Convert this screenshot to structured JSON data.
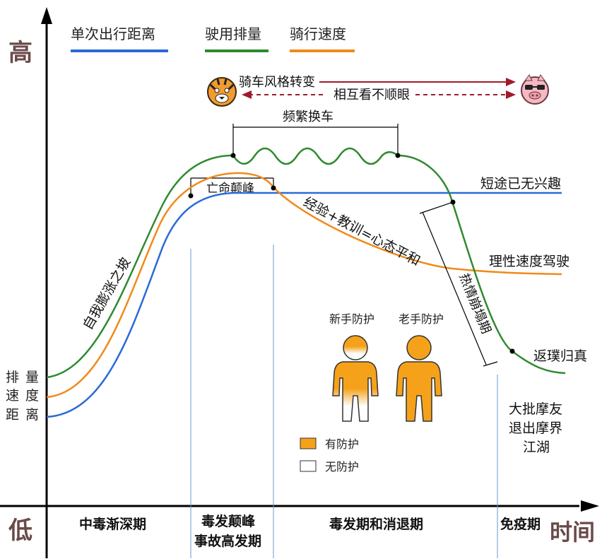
{
  "axis": {
    "y_high": "高",
    "y_low": "低",
    "x_label": "时间",
    "y_left_labels": [
      "排",
      "量",
      "速",
      "度",
      "距",
      "离"
    ]
  },
  "legend": [
    {
      "name": "单次出行距离",
      "color": "#2b6bd6"
    },
    {
      "name": "驶用排量",
      "color": "#2f8a2f"
    },
    {
      "name": "骑行速度",
      "color": "#f08a1a"
    }
  ],
  "top_relation": {
    "style_change": "骑车风格转变",
    "mutual": "相互看不顺眼"
  },
  "annotations": {
    "frequent": "频繁换车",
    "peak": "亡命颠峰",
    "self_inflate": "自我膨涨之坡",
    "experience": "经验+教训=心态平和",
    "passion_collapse": "热情崩塌期",
    "short_trip": "短途已无兴趣",
    "rational_speed": "理性速度驾驶",
    "return": "返璞归真",
    "retire": [
      "大批摩友",
      "退出摩界",
      "江湖"
    ]
  },
  "figures": {
    "novice": "新手防护",
    "veteran": "老手防护",
    "has": "有防护",
    "none": "无防护",
    "orange": "#f5a21a"
  },
  "phases": {
    "p1": "中毒渐深期",
    "p2a": "毒发颠峰",
    "p2b": "事故高发期",
    "p3": "毒发期和消退期",
    "p4": "免疫期"
  }
}
